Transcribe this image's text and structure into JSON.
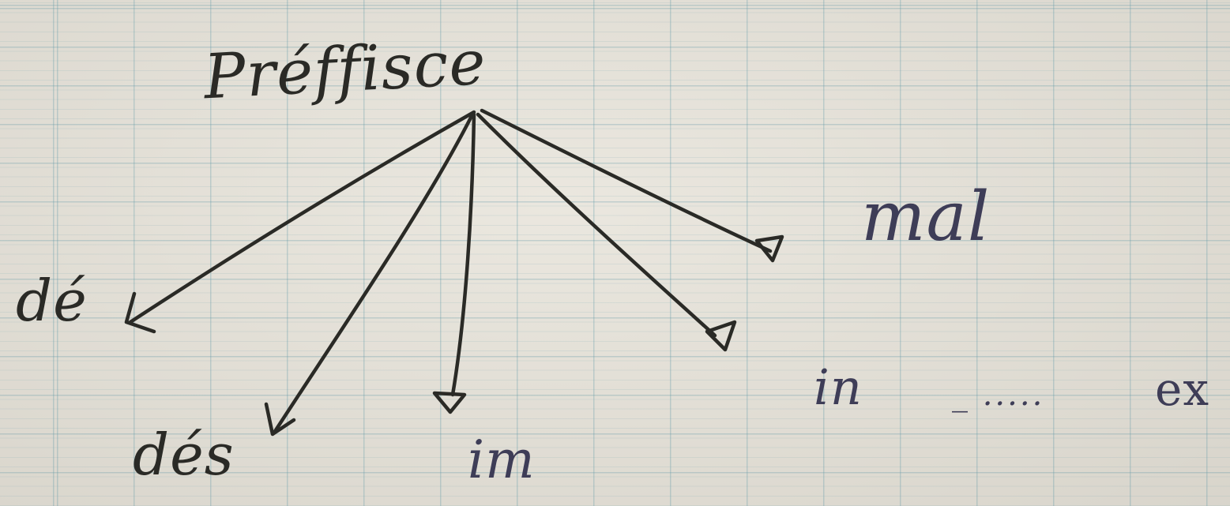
{
  "diagram": {
    "root": {
      "label": "Préffisce"
    },
    "branches": [
      {
        "id": "de",
        "label": "dé"
      },
      {
        "id": "des",
        "label": "dés"
      },
      {
        "id": "im",
        "label": "im"
      },
      {
        "id": "in",
        "label": "in"
      },
      {
        "id": "mal",
        "label": "mal"
      }
    ],
    "trailing": {
      "dots": "_ ..... ",
      "label": "ex"
    }
  },
  "colors": {
    "paper": "#e6e2d8",
    "grid_line": "#5a96a5",
    "pencil_ink": "#2a2a26",
    "blue_ink": "#3e3d57"
  }
}
